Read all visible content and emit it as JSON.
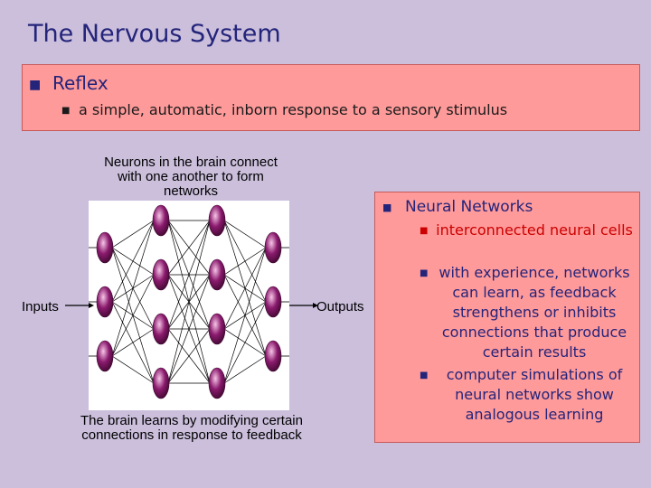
{
  "title": "The Nervous System",
  "reflex": {
    "heading": "Reflex",
    "definition": "a simple, automatic, inborn response to a sensory stimulus"
  },
  "diagram": {
    "caption_top": "Neurons in the brain connect with one another to form networks",
    "caption_bottom": "The brain learns by modifying certain connections in response to feedback",
    "inputs_label": "Inputs",
    "outputs_label": "Outputs",
    "neuron_color": "#8b1a6e"
  },
  "neural_networks": {
    "heading": "Neural Networks",
    "items": [
      {
        "text": "interconnected neural cells",
        "color": "#cc0000"
      },
      {
        "text": "with experience, networks can learn, as feedback strengthens or inhibits connections that produce certain results",
        "color": "#24247a"
      },
      {
        "text": "computer simulations of neural networks show analogous learning",
        "color": "#24247a"
      }
    ]
  }
}
